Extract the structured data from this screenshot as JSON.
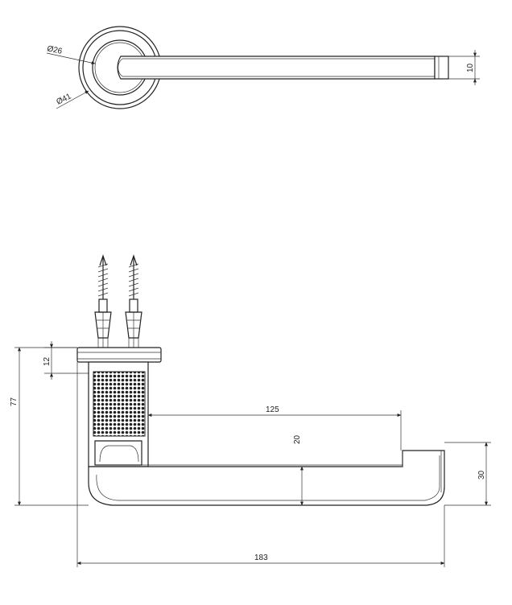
{
  "dimensions": {
    "rose_inner": "Ø26",
    "rose_outer": "Ø41",
    "lever_thickness": "10",
    "rose_height": "12",
    "total_height": "77",
    "lever_reach": "125",
    "lever_drop": "20",
    "lever_end_height": "30",
    "total_length": "183"
  }
}
